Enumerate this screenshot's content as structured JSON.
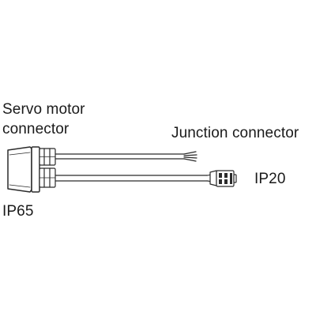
{
  "labels": {
    "servo_connector_line1": "Servo motor",
    "servo_connector_line2": "connector",
    "junction_connector": "Junction connector",
    "junction_rating": "IP20",
    "servo_rating": "IP65"
  },
  "colors": {
    "stroke": "#2b2b2b",
    "fill": "#ffffff",
    "text": "#1a1a1a"
  }
}
